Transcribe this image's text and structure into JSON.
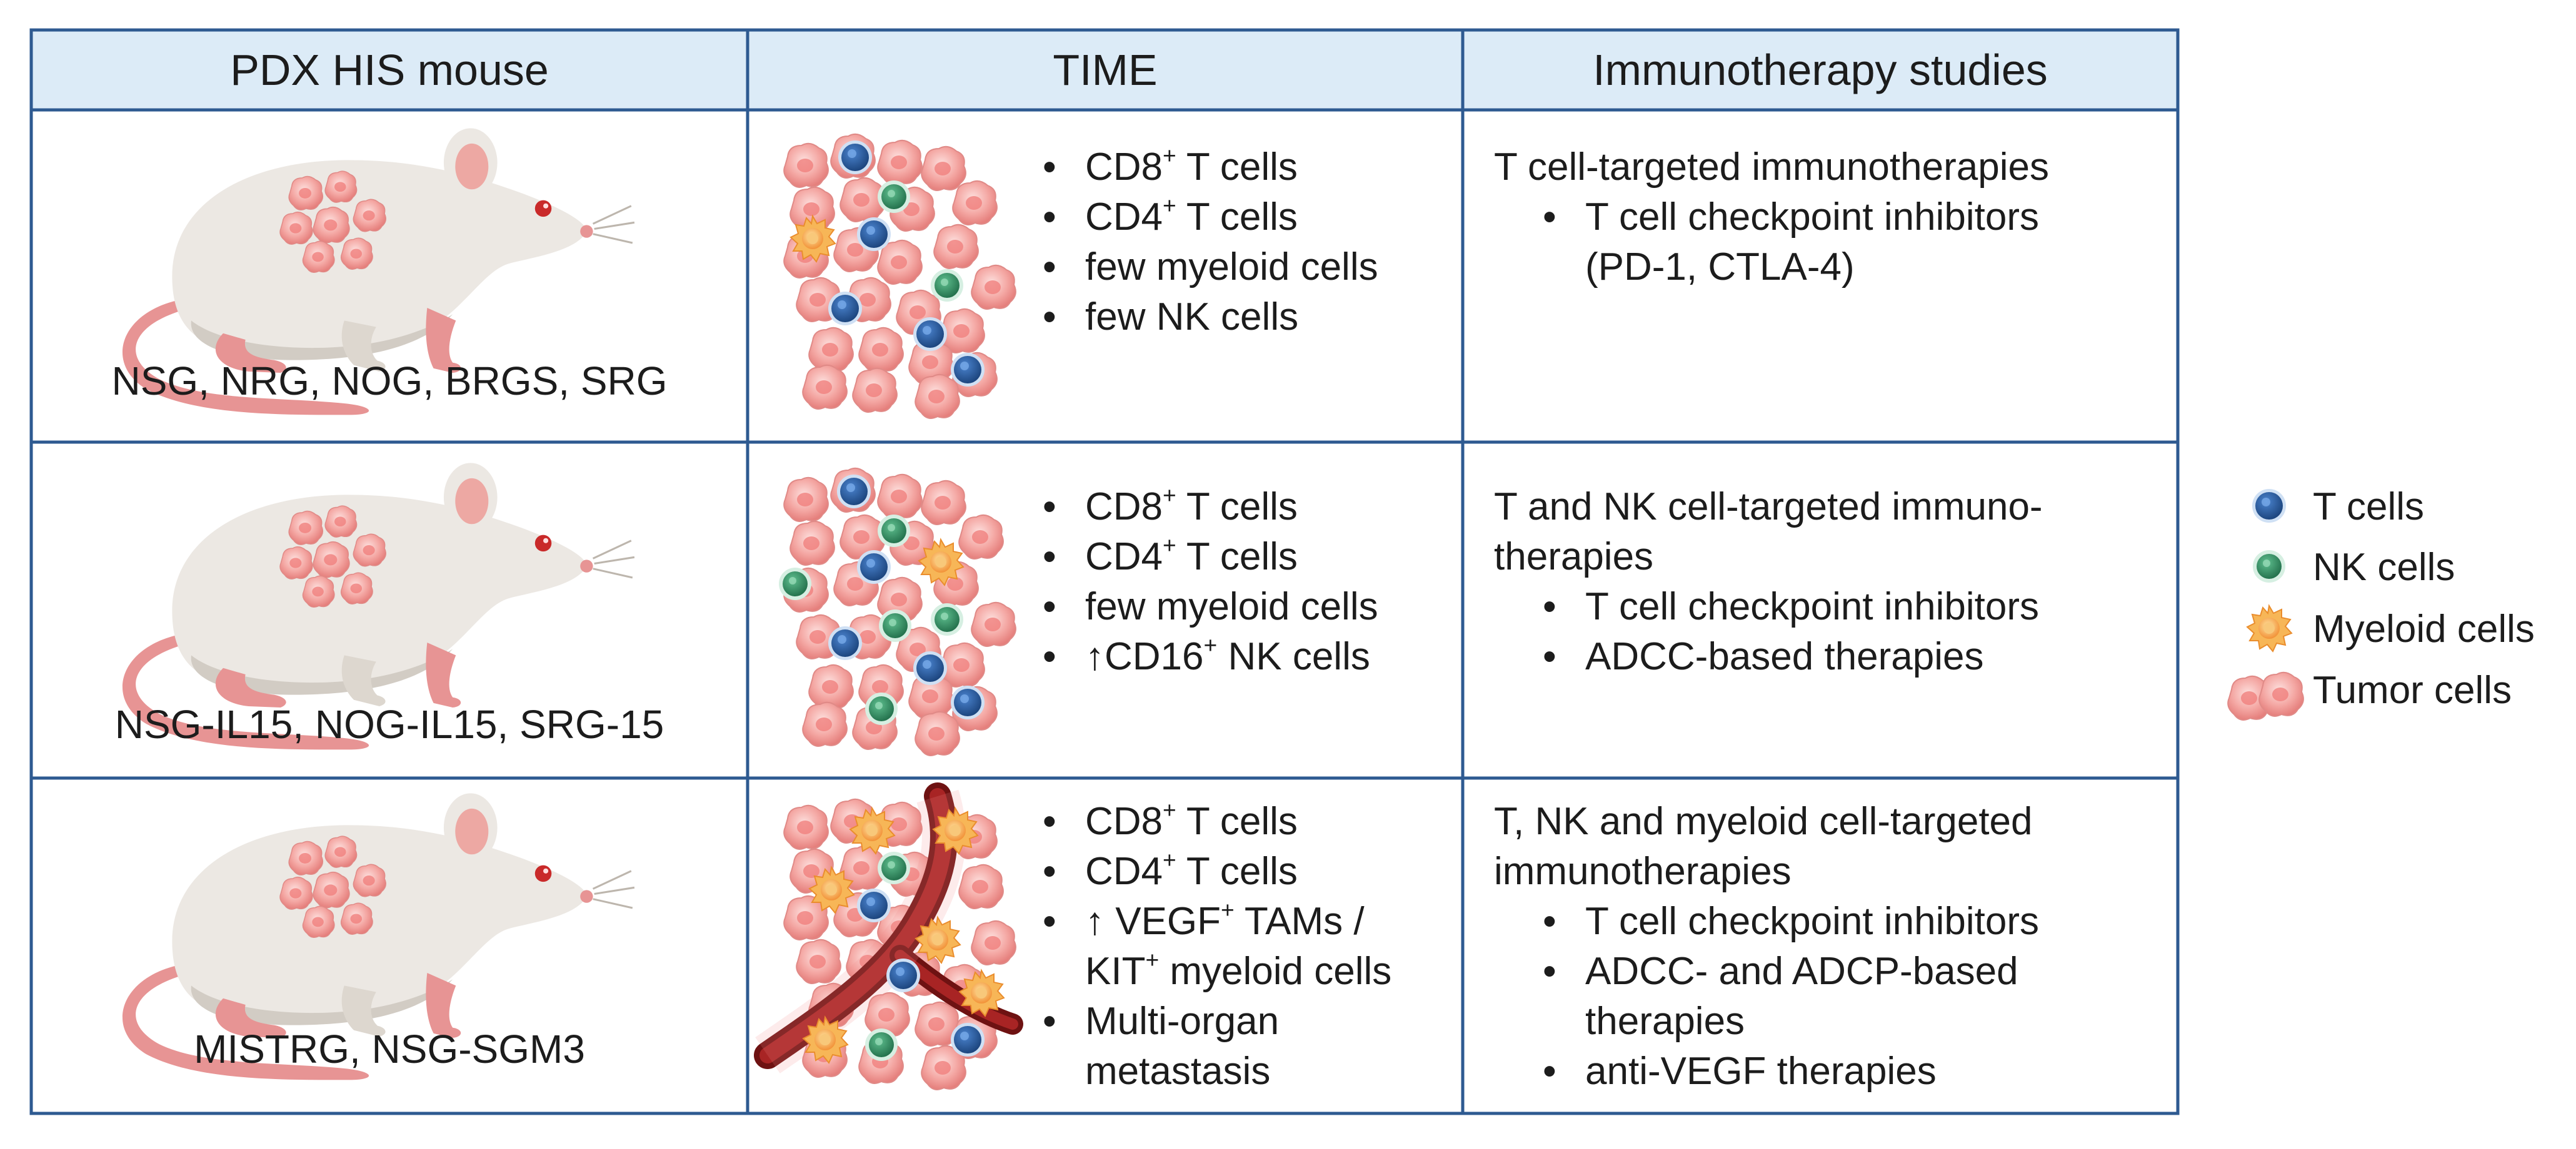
{
  "header": {
    "col1": "PDX HIS mouse",
    "col2": "TIME",
    "col3": "Immunotherapy studies"
  },
  "rows": [
    {
      "strains": "NSG, NRG, NOG, BRGS, SRG",
      "time": [
        {
          "pre": "CD8",
          "sup": "+",
          "post": " T cells"
        },
        {
          "pre": "CD4",
          "sup": "+",
          "post": " T cells"
        },
        {
          "pre": "few myeloid cells",
          "sup": "",
          "post": ""
        },
        {
          "pre": "few NK cells",
          "sup": "",
          "post": ""
        }
      ],
      "therapy_title": [
        "T cell-targeted immunotherapies"
      ],
      "therapy_items": [
        [
          "T cell checkpoint inhibitors",
          "(PD-1, CTLA-4)"
        ]
      ]
    },
    {
      "strains": "NSG-IL15, NOG-IL15, SRG-15",
      "time": [
        {
          "pre": "CD8",
          "sup": "+",
          "post": " T cells"
        },
        {
          "pre": "CD4",
          "sup": "+",
          "post": " T cells"
        },
        {
          "pre": "few myeloid cells",
          "sup": "",
          "post": ""
        },
        {
          "pre": "↑CD16",
          "sup": "+",
          "post": " NK cells"
        }
      ],
      "therapy_title": [
        "T and NK cell-targeted immuno-",
        "therapies"
      ],
      "therapy_items": [
        [
          "T cell checkpoint inhibitors"
        ],
        [
          "ADCC-based therapies"
        ]
      ]
    },
    {
      "strains": "MISTRG, NSG-SGM3",
      "time": [
        {
          "pre": "CD8",
          "sup": "+",
          "post": " T cells"
        },
        {
          "pre": "CD4",
          "sup": "+",
          "post": " T cells"
        },
        {
          "pre": "↑ VEGF",
          "sup": "+",
          "post": " TAMs /",
          "pre2": "KIT",
          "sup2": "+",
          "post2": " myeloid cells"
        },
        {
          "pre": "Multi-organ",
          "sup": "",
          "post": "",
          "pre2": "metastasis",
          "sup2": "",
          "post2": ""
        }
      ],
      "therapy_title": [
        "T, NK and myeloid cell-targeted",
        "immunotherapies"
      ],
      "therapy_items": [
        [
          "T cell checkpoint inhibitors"
        ],
        [
          "ADCC- and ADCP-based",
          "therapies"
        ],
        [
          "anti-VEGF therapies"
        ]
      ]
    }
  ],
  "legend": {
    "t_cells": "T cells",
    "nk_cells": "NK cells",
    "myeloid_cells": "Myeloid cells",
    "tumor_cells": "Tumor cells"
  },
  "colors": {
    "border": "#2e5a91",
    "header_fill": "#dcebf7",
    "t_cell": "#2b5fa5",
    "nk_cell": "#3c9a6c",
    "myeloid_cell": "#f5a442",
    "tumor_cell": "#f29a9a",
    "vessel": "#8e1b1b",
    "mouse_body": "#ebe7e2",
    "mouse_tail": "#e79494"
  }
}
